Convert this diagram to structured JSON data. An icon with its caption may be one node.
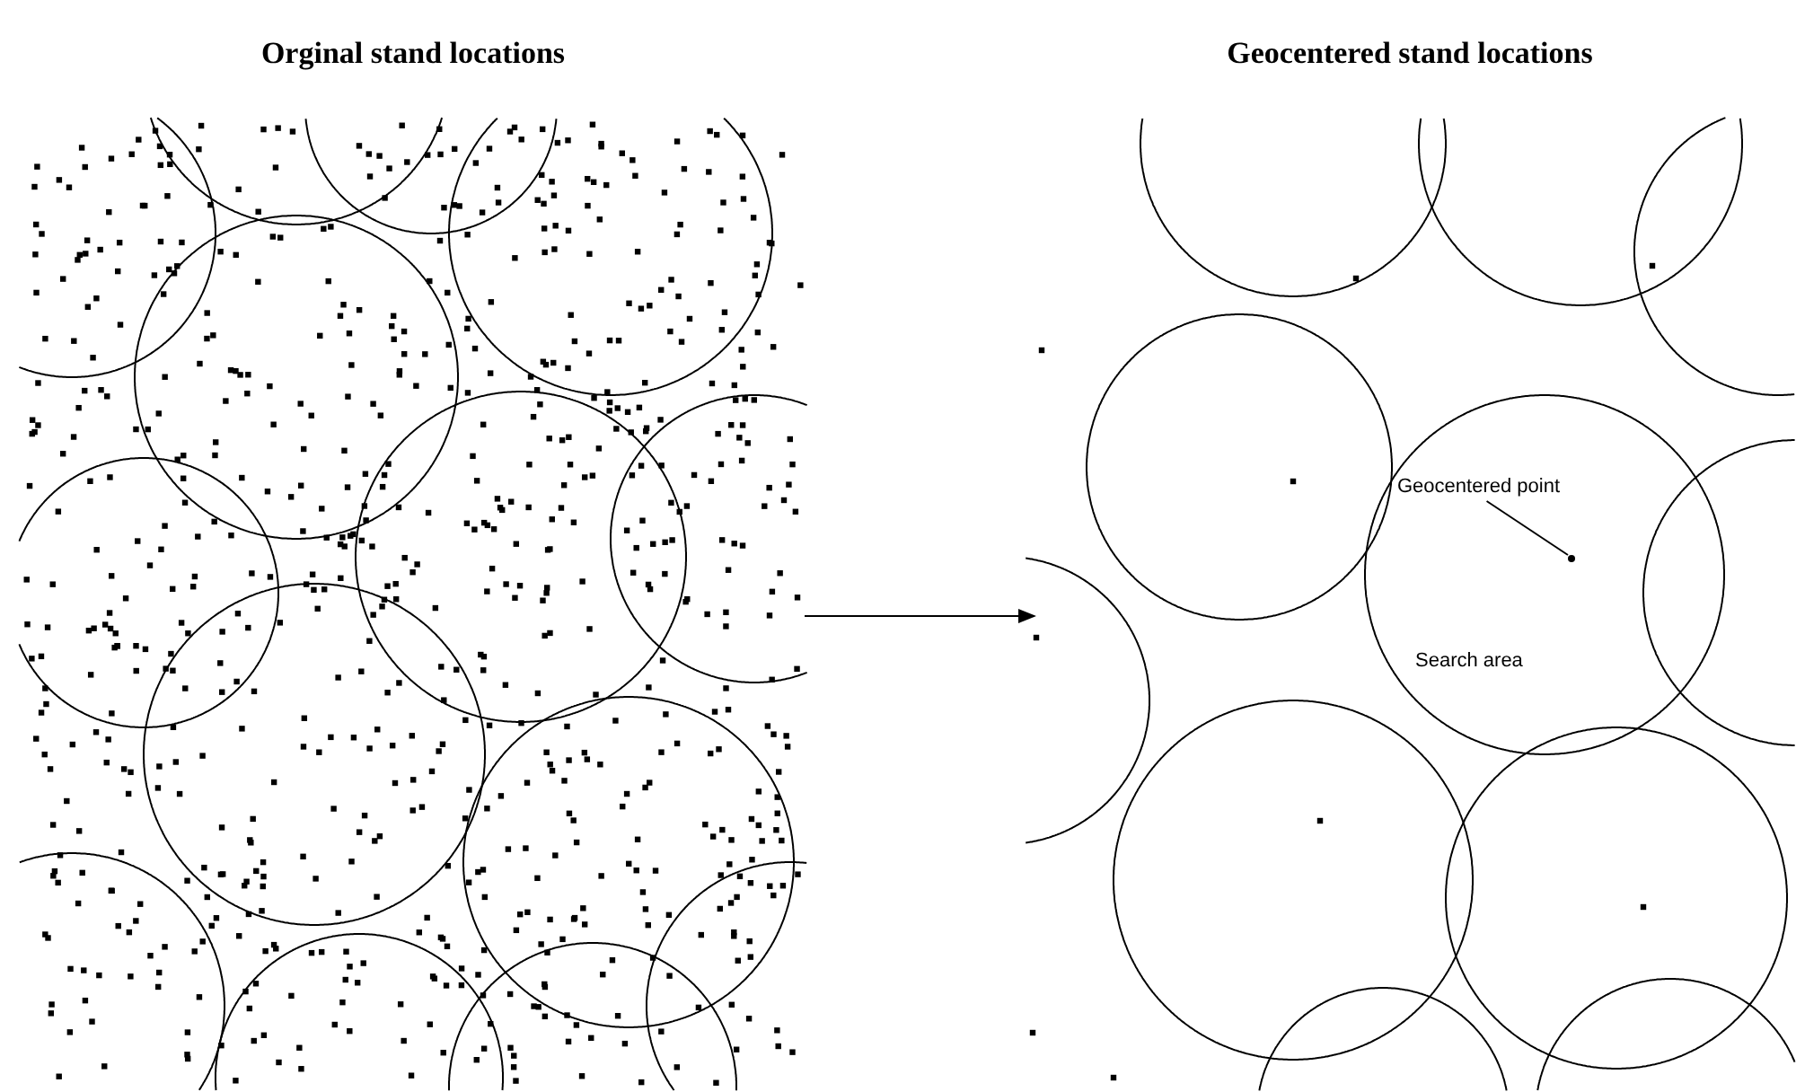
{
  "diagram": {
    "nodes": [
      {
        "text": [
          "Orginal stand locations"
        ]
      },
      {
        "text": [
          "Geocentered stand locations"
        ]
      },
      {
        "text": [
          "Geocentered point"
        ],
        "in": 1
      },
      {
        "text": [],
        "shape": "circle",
        "in": 1
      }
    ],
    "edges": [
      {
        "from": 0,
        "to": 1,
        "arrow": "to"
      },
      {
        "from": 2,
        "to": 3,
        "arrow": "none"
      }
    ],
    "labels": [
      "Search area"
    ]
  }
}
